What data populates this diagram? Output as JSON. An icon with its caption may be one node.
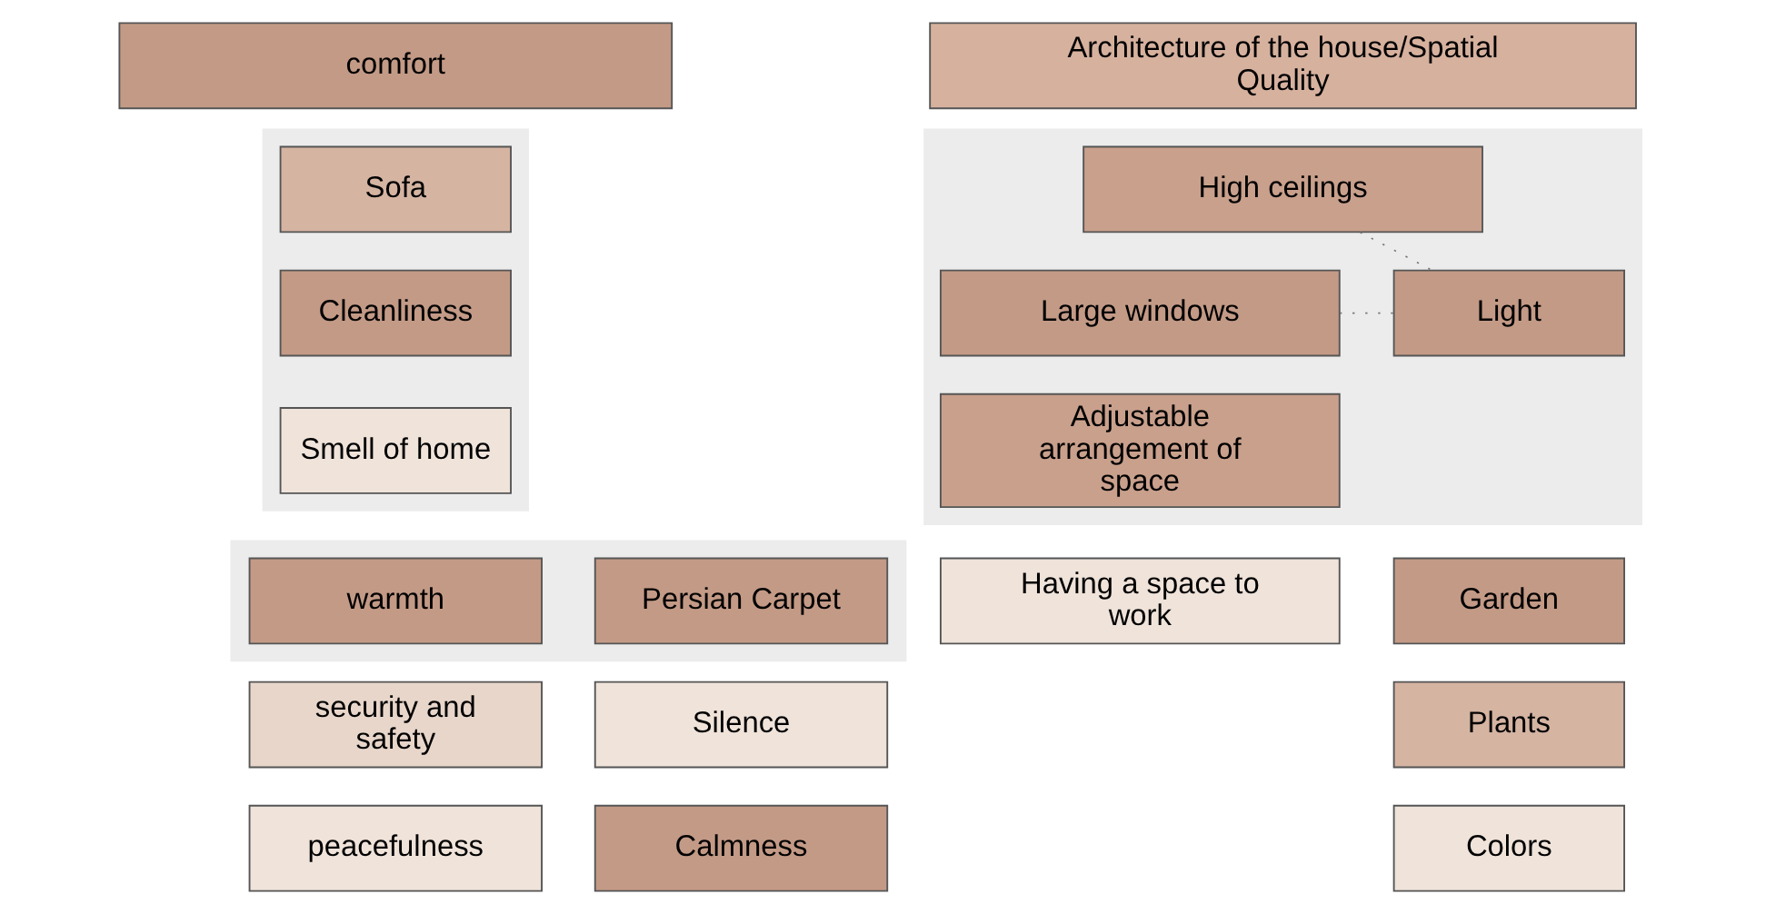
{
  "diagram": {
    "nodes": [
      {
        "text": [
          "comfort"
        ]
      },
      {
        "text": [],
        "shape": "box"
      },
      {
        "text": [
          "Sofa"
        ],
        "in": 1
      },
      {
        "text": [
          "Cleanliness"
        ],
        "in": 1
      },
      {
        "text": [
          "Smell of home"
        ],
        "in": 1
      },
      {
        "text": [],
        "shape": "box"
      },
      {
        "text": [
          "warmth"
        ],
        "in": 5
      },
      {
        "text": [
          "Persian Carpet"
        ],
        "in": 5
      },
      {
        "text": [
          "security and safety"
        ]
      },
      {
        "text": [
          "Silence"
        ]
      },
      {
        "text": [
          "peacefulness"
        ]
      },
      {
        "text": [
          "Calmness"
        ]
      },
      {
        "text": [
          "Architecture of the house/Spatial Quality"
        ]
      },
      {
        "text": [],
        "shape": "box"
      },
      {
        "text": [
          "High ceilings"
        ],
        "in": 13
      },
      {
        "text": [
          "Large windows"
        ],
        "in": 13
      },
      {
        "text": [
          "Light"
        ],
        "in": 13
      },
      {
        "text": [
          "Adjustable arrangement of space"
        ],
        "in": 13
      },
      {
        "text": [
          "Having a space to work"
        ]
      },
      {
        "text": [
          "Garden"
        ]
      },
      {
        "text": [
          "Plants"
        ]
      },
      {
        "text": [
          "Colors"
        ]
      }
    ],
    "edges": [
      {
        "from": 14,
        "to": 16,
        "arrow": "none",
        "style": "dashed"
      },
      {
        "from": 15,
        "to": 16,
        "arrow": "none",
        "style": "dashed"
      }
    ]
  }
}
